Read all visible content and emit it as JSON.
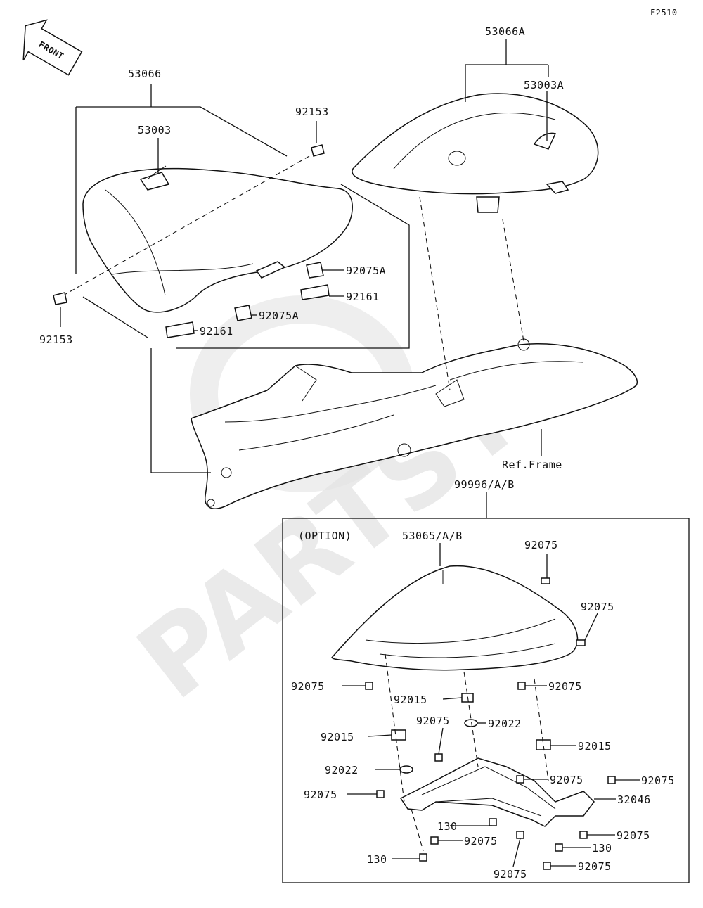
{
  "figure_code": "F2510",
  "front_label": "FRONT",
  "reference_label": "Ref.Frame",
  "option_label": "(OPTION)",
  "watermark": "PARTSY.com",
  "labels": {
    "p53066": "53066",
    "p53066a": "53066A",
    "p53003": "53003",
    "p53003a": "53003A",
    "p92153_top": "92153",
    "p92153_left": "92153",
    "p92075a_1": "92075A",
    "p92075a_2": "92075A",
    "p92161_1": "92161",
    "p92161_2": "92161",
    "p99996": "99996/A/B",
    "p53065": "53065/A/B",
    "o92075_a": "92075",
    "o92075_b": "92075",
    "o92075_c": "92075",
    "o92075_d": "92075",
    "o92075_e": "92075",
    "o92075_f": "92075",
    "o92075_g": "92075",
    "o92075_h": "92075",
    "o92075_i": "92075",
    "o92075_j": "92075",
    "o92075_k": "92075",
    "o92075_l": "92075",
    "o92015_a": "92015",
    "o92015_b": "92015",
    "o92015_c": "92015",
    "o92022_a": "92022",
    "o92022_b": "92022",
    "o32046": "32046",
    "o130_a": "130",
    "o130_b": "130",
    "o130_c": "130"
  }
}
